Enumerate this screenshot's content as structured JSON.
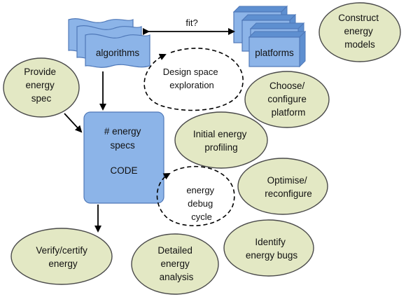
{
  "diagram": {
    "algorithms": {
      "label": "algorithms"
    },
    "platforms": {
      "label": "platforms"
    },
    "fit_label": "fit?",
    "code_box": {
      "lines": [
        "# energy",
        "specs",
        "",
        "CODE"
      ]
    },
    "design_space_cycle": {
      "lines": [
        "Design space",
        "exploration"
      ]
    },
    "energy_debug_cycle": {
      "lines": [
        "energy",
        "debug",
        "cycle"
      ]
    },
    "ellipses": [
      {
        "id": "construct-energy-models",
        "lines": [
          "Construct",
          "energy",
          "models"
        ]
      },
      {
        "id": "provide-energy-spec",
        "lines": [
          "Provide",
          "energy",
          "spec"
        ]
      },
      {
        "id": "choose-configure-platform",
        "lines": [
          "Choose/",
          "configure",
          "platform"
        ]
      },
      {
        "id": "initial-energy-profiling",
        "lines": [
          "Initial energy",
          "profiling"
        ]
      },
      {
        "id": "optimise-reconfigure",
        "lines": [
          "Optimise/",
          "reconfigure"
        ]
      },
      {
        "id": "identify-energy-bugs",
        "lines": [
          "Identify",
          "energy bugs"
        ]
      },
      {
        "id": "verify-certify-energy",
        "lines": [
          "Verify/certify",
          "energy"
        ]
      },
      {
        "id": "detailed-energy-analysis",
        "lines": [
          "Detailed",
          "energy",
          "analysis"
        ]
      }
    ]
  },
  "colors": {
    "ellipse_fill": "#e3e8c4",
    "ellipse_stroke": "#4a4a4a",
    "blue_fill": "#8cb4e8",
    "blue_stroke": "#4f78b8",
    "blue_side": "#5e8fd0"
  }
}
